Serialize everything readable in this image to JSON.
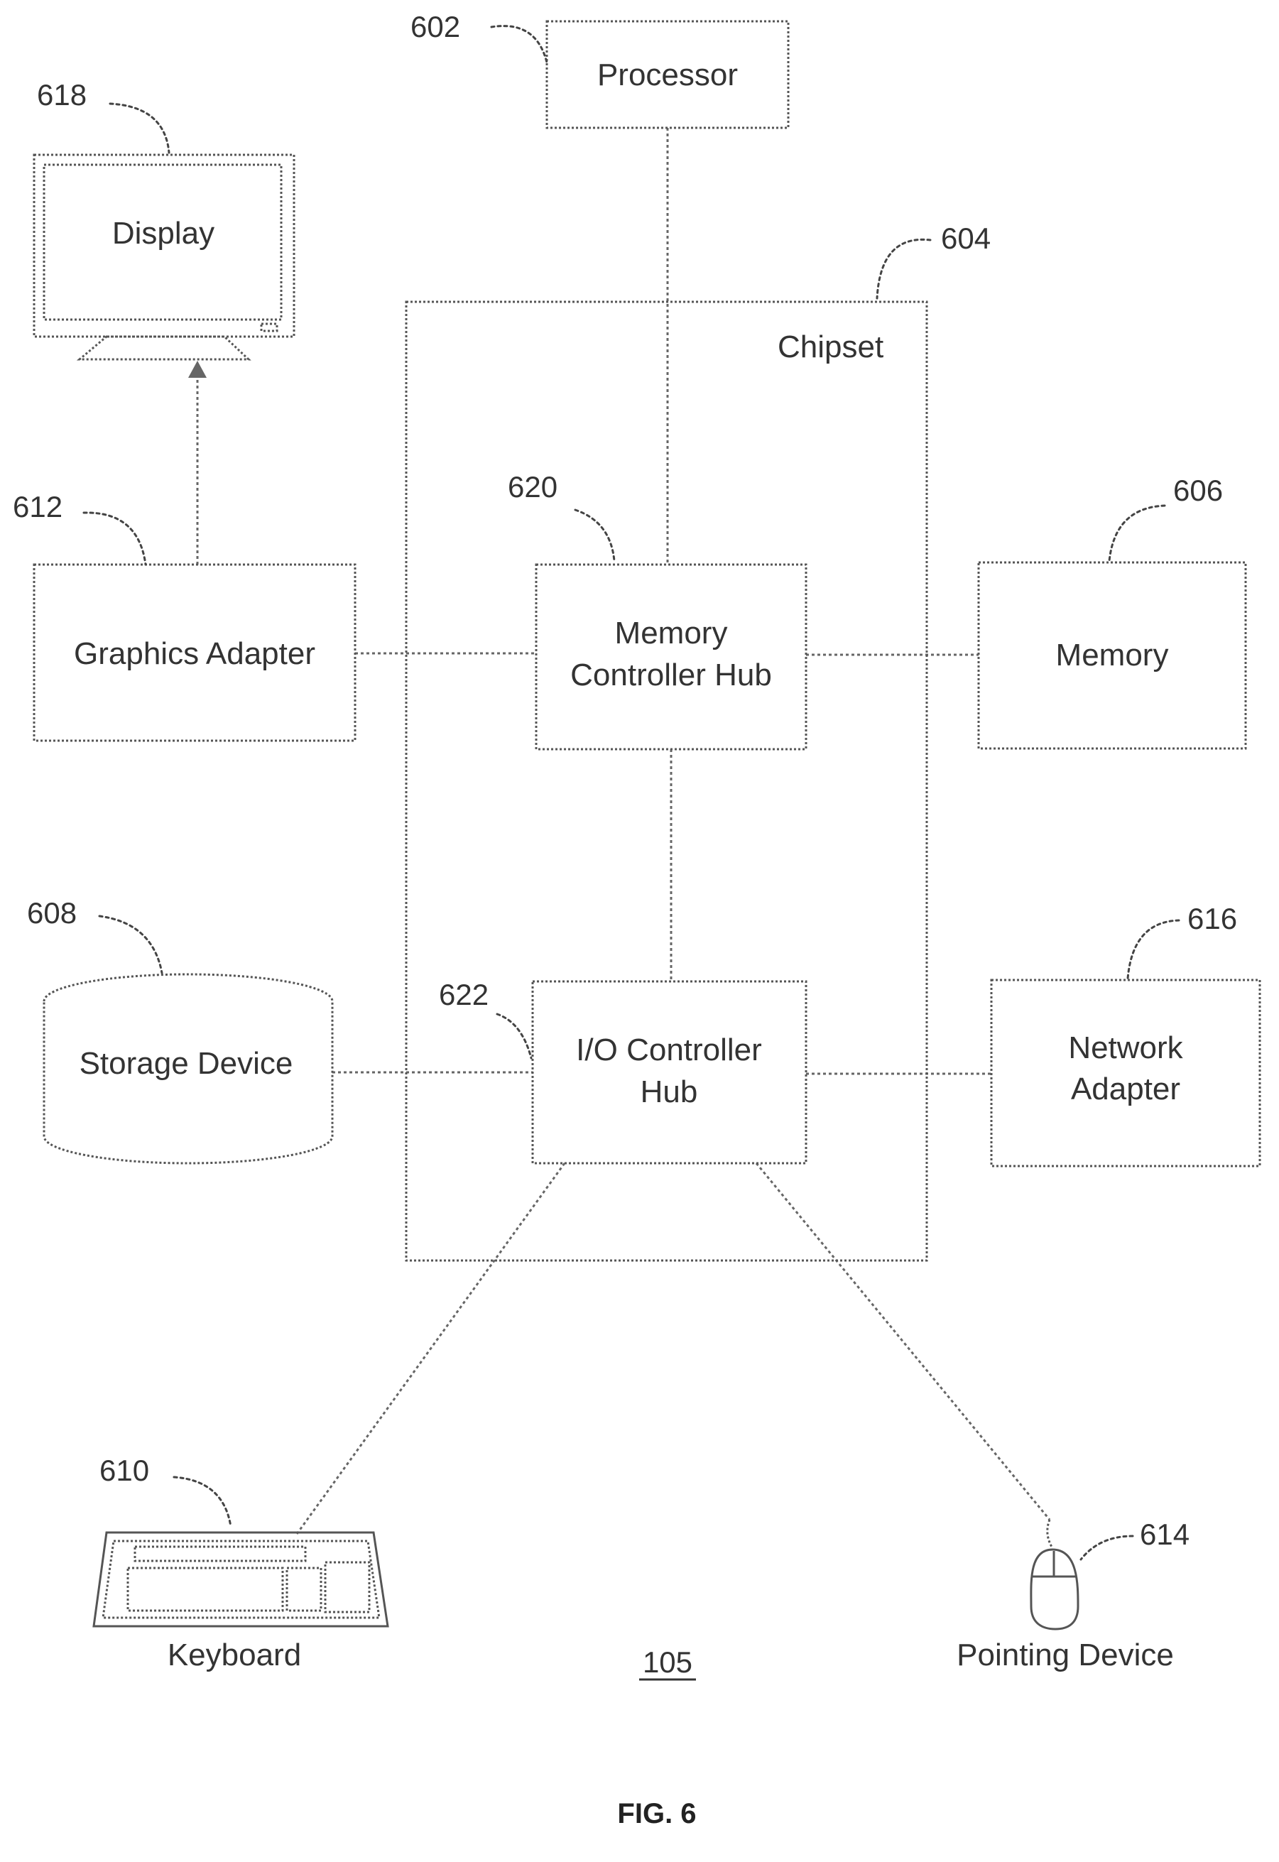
{
  "diagram": {
    "processor": {
      "label": "Processor",
      "ref": "602"
    },
    "chipset": {
      "label": "Chipset",
      "ref": "604"
    },
    "memory": {
      "label": "Memory",
      "ref": "606"
    },
    "storage": {
      "label": "Storage Device",
      "ref": "608"
    },
    "keyboard": {
      "label": "Keyboard",
      "ref": "610"
    },
    "graphics": {
      "label": "Graphics Adapter",
      "ref": "612"
    },
    "pointing": {
      "label": "Pointing Device",
      "ref": "614"
    },
    "network": {
      "label_line1": "Network",
      "label_line2": "Adapter",
      "ref": "616"
    },
    "display": {
      "label": "Display",
      "ref": "618"
    },
    "mch": {
      "label_line1": "Memory",
      "label_line2": "Controller Hub",
      "ref": "620"
    },
    "ioh": {
      "label_line1": "I/O Controller",
      "label_line2": "Hub",
      "ref": "622"
    },
    "system_ref": "105",
    "figure_label": "FIG. 6"
  }
}
